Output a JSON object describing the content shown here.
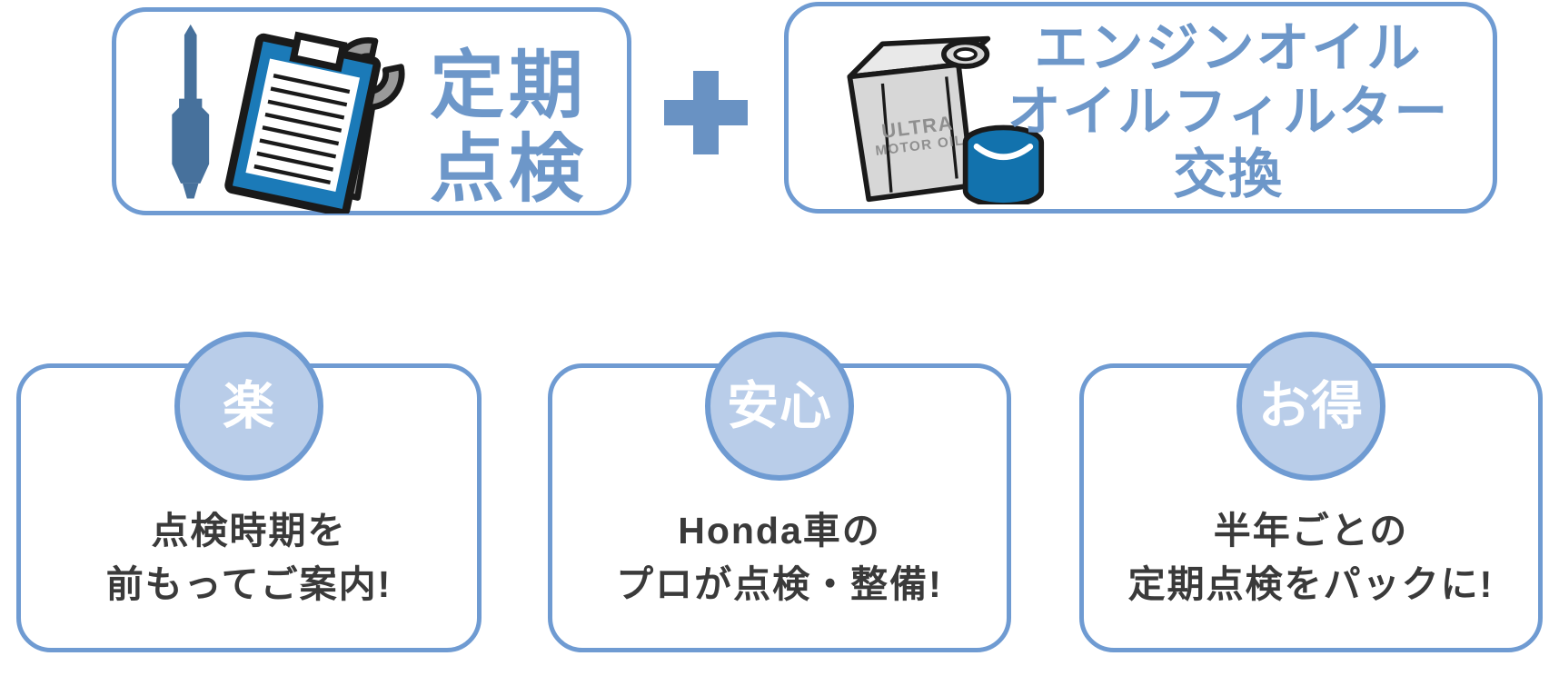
{
  "colors": {
    "card_border": "#6f9bd2",
    "heading_text": "#6d97c9",
    "badge_fill": "#b9cde9",
    "badge_text": "#ffffff",
    "body_text": "#3a3a3a",
    "plus_sign": "#6992c3",
    "clipboard_blue": "#1b7ab8",
    "oil_filter_blue": "#1272ad",
    "screwdriver_blue": "#47719c",
    "wrench_gray": "#9a9a9a",
    "oil_can_gray": "#d7d7d7"
  },
  "top_row": {
    "inspection_card": {
      "icon": "clipboard-wrench-screwdriver-icon",
      "title_lines": [
        "定期",
        "点検"
      ]
    },
    "plus_symbol": "+",
    "oil_card": {
      "icon": "oil-can-and-filter-icon",
      "can_label_lines": [
        "ULTRA",
        "MOTOR OIL"
      ],
      "title_lines": [
        "エンジンオイル",
        "オイルフィルター",
        "交換"
      ]
    }
  },
  "benefit_cards": [
    {
      "badge": "楽",
      "lines": [
        "点検時期を",
        "前もってご案内!"
      ]
    },
    {
      "badge": "安心",
      "lines": [
        "Honda車の",
        "プロが点検・整備!"
      ]
    },
    {
      "badge": "お得",
      "lines": [
        "半年ごとの",
        "定期点検をパックに!"
      ]
    }
  ]
}
